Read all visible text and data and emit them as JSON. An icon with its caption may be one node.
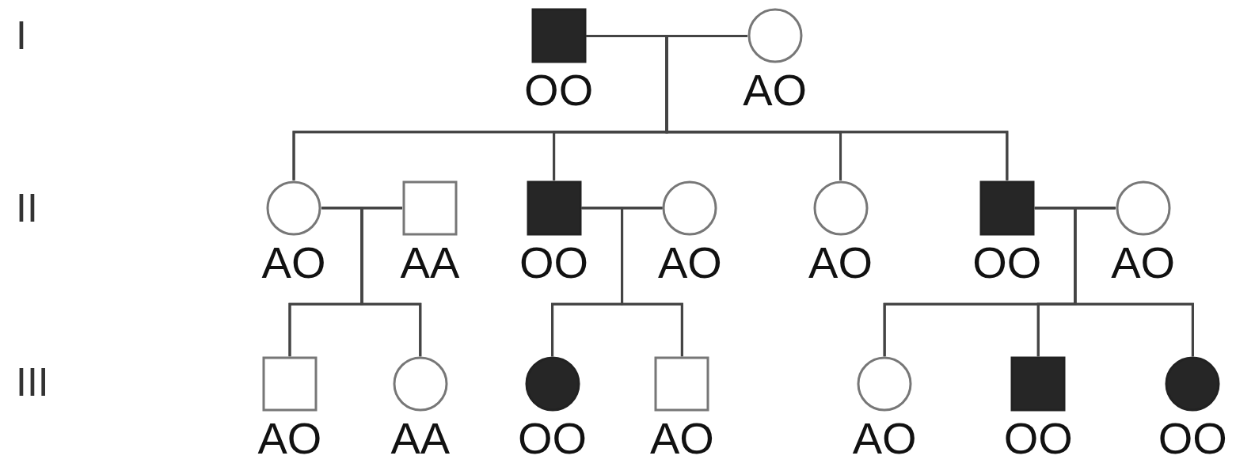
{
  "diagram": {
    "nodes": [
      {
        "text": [],
        "shape": "box",
        "beside": [
          "OO"
        ]
      },
      {
        "text": [],
        "shape": "circle",
        "beside": [
          "AO"
        ]
      },
      {
        "text": [],
        "shape": "circle",
        "beside": [
          "AO"
        ]
      },
      {
        "text": [],
        "shape": "box",
        "beside": [
          "AA"
        ]
      },
      {
        "text": [],
        "shape": "box",
        "beside": [
          "OO"
        ]
      },
      {
        "text": [],
        "shape": "circle",
        "beside": [
          "AO"
        ]
      },
      {
        "text": [],
        "shape": "circle",
        "beside": [
          "AO"
        ]
      },
      {
        "text": [],
        "shape": "box",
        "beside": [
          "OO"
        ]
      },
      {
        "text": [],
        "shape": "circle",
        "beside": [
          "AO"
        ]
      },
      {
        "text": [],
        "shape": "box",
        "beside": [
          "AO"
        ]
      },
      {
        "text": [],
        "shape": "circle",
        "beside": [
          "AA"
        ]
      },
      {
        "text": [],
        "shape": "circle",
        "beside": [
          "OO"
        ]
      },
      {
        "text": [],
        "shape": "box",
        "beside": [
          "AO"
        ]
      },
      {
        "text": [],
        "shape": "circle",
        "beside": [
          "AO"
        ]
      },
      {
        "text": [],
        "shape": "box",
        "beside": [
          "OO"
        ]
      },
      {
        "text": [],
        "shape": "circle",
        "beside": [
          "OO"
        ]
      }
    ],
    "edges": [
      {
        "from": 0,
        "to": 1,
        "arrow": "none"
      },
      {
        "from": 0,
        "to": 2,
        "arrow": "none"
      },
      {
        "from": 1,
        "to": 2,
        "arrow": "none"
      },
      {
        "from": 0,
        "to": 4,
        "arrow": "none"
      },
      {
        "from": 1,
        "to": 4,
        "arrow": "none"
      },
      {
        "from": 0,
        "to": 6,
        "arrow": "none"
      },
      {
        "from": 1,
        "to": 6,
        "arrow": "none"
      },
      {
        "from": 0,
        "to": 7,
        "arrow": "none"
      },
      {
        "from": 1,
        "to": 7,
        "arrow": "none"
      },
      {
        "from": 2,
        "to": 3,
        "arrow": "none"
      },
      {
        "from": 2,
        "to": 9,
        "arrow": "none"
      },
      {
        "from": 3,
        "to": 9,
        "arrow": "none"
      },
      {
        "from": 2,
        "to": 10,
        "arrow": "none"
      },
      {
        "from": 3,
        "to": 10,
        "arrow": "none"
      },
      {
        "from": 4,
        "to": 5,
        "arrow": "none"
      },
      {
        "from": 4,
        "to": 11,
        "arrow": "none"
      },
      {
        "from": 5,
        "to": 11,
        "arrow": "none"
      },
      {
        "from": 4,
        "to": 12,
        "arrow": "none"
      },
      {
        "from": 5,
        "to": 12,
        "arrow": "none"
      },
      {
        "from": 7,
        "to": 8,
        "arrow": "none"
      },
      {
        "from": 7,
        "to": 13,
        "arrow": "none"
      },
      {
        "from": 8,
        "to": 13,
        "arrow": "none"
      },
      {
        "from": 7,
        "to": 14,
        "arrow": "none"
      },
      {
        "from": 8,
        "to": 14,
        "arrow": "none"
      },
      {
        "from": 7,
        "to": 15,
        "arrow": "none"
      },
      {
        "from": 8,
        "to": 15,
        "arrow": "none"
      }
    ],
    "labels": [
      "I",
      "II",
      "III"
    ]
  }
}
